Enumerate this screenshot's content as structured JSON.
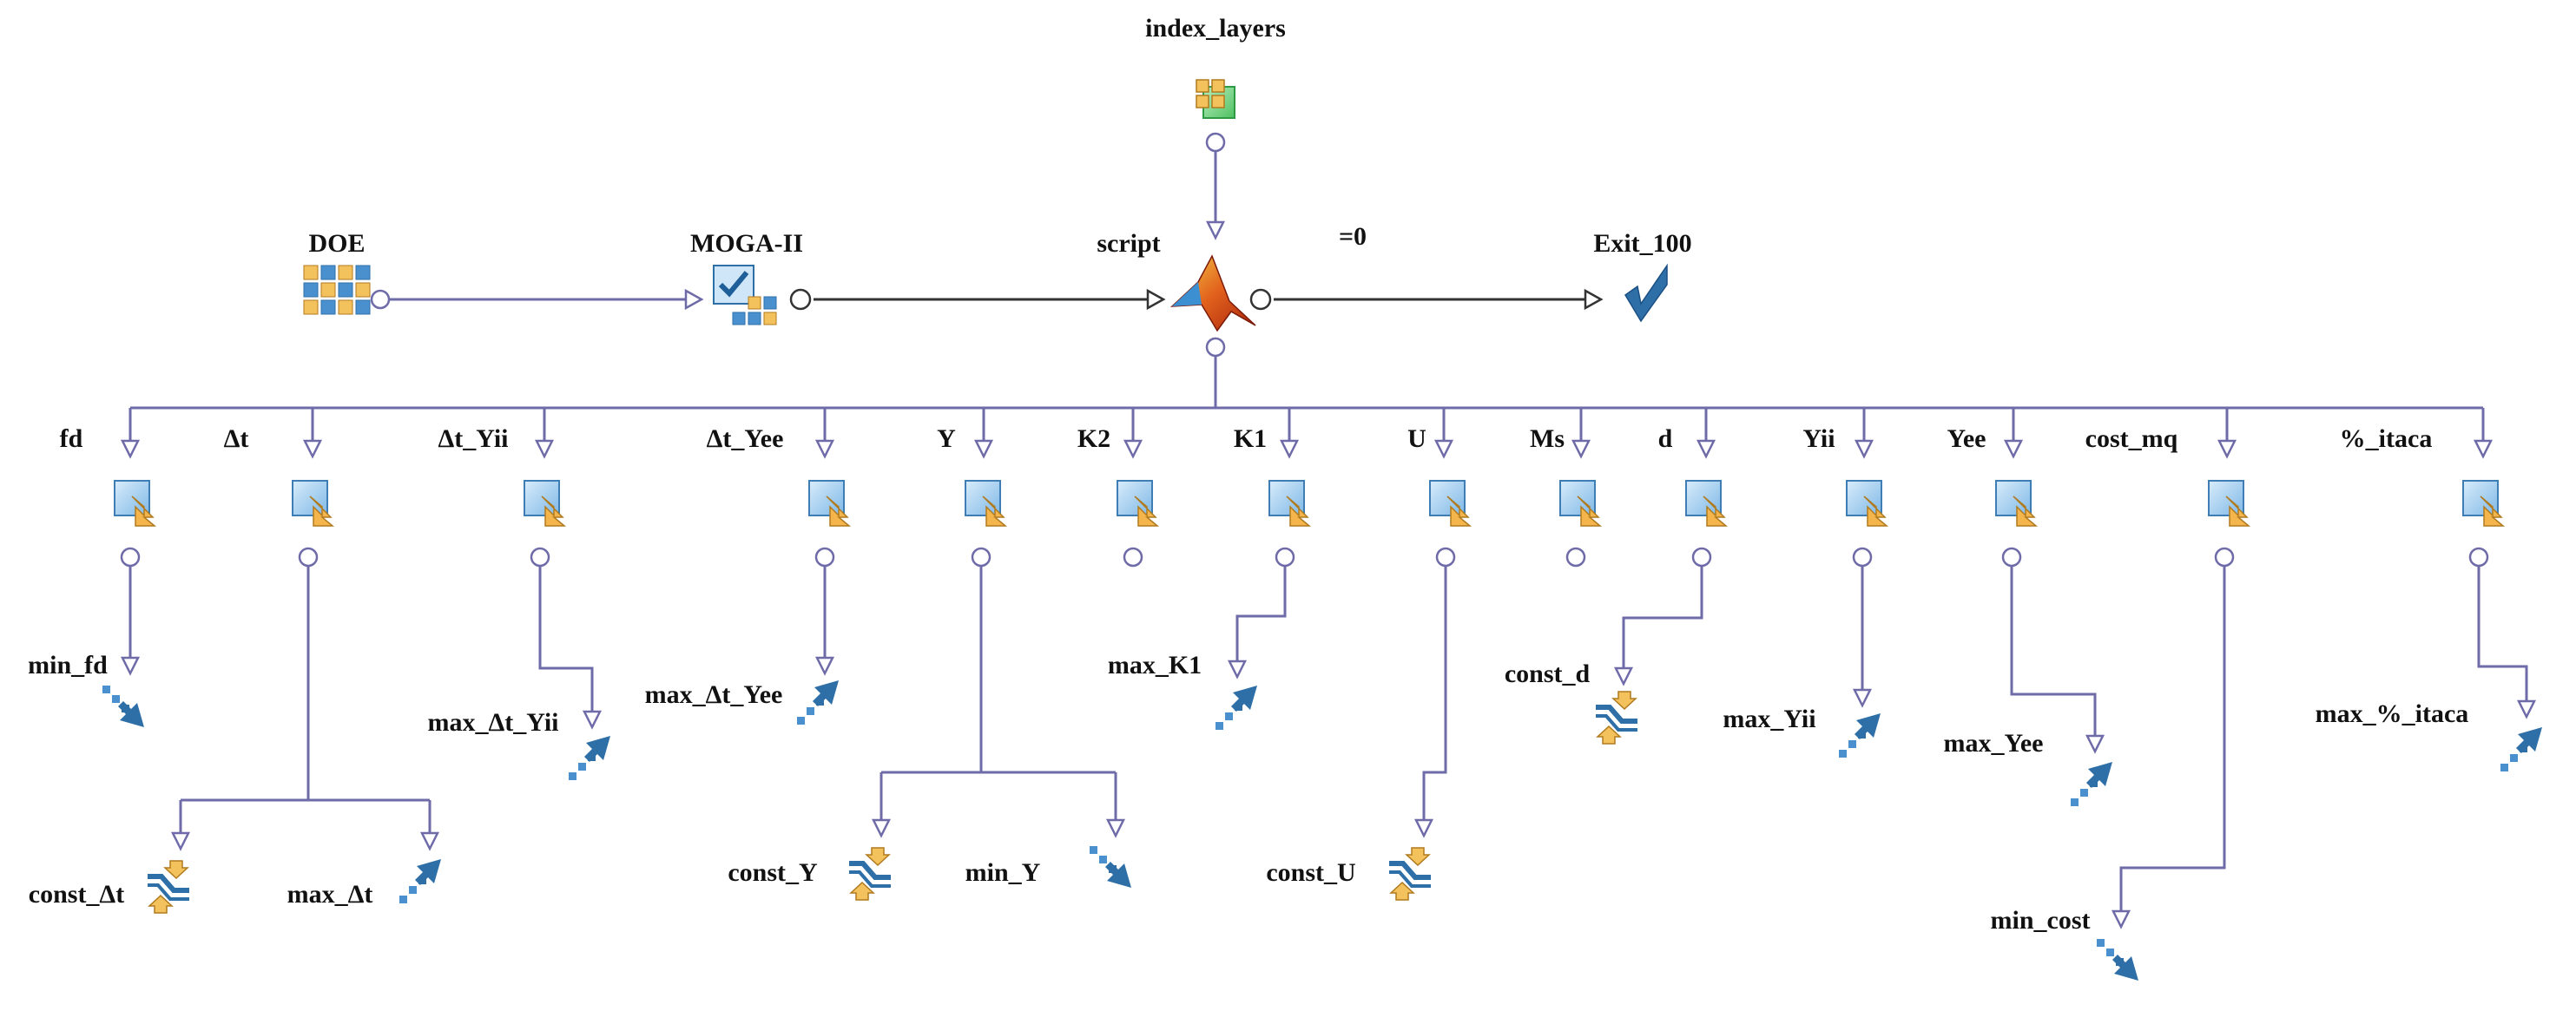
{
  "nodes": {
    "index_layers": "index_layers",
    "doe": "DOE",
    "moga": "MOGA-II",
    "script": "script",
    "condition": "=0",
    "exit": "Exit_100"
  },
  "outputs": [
    {
      "id": "fd",
      "label": "fd"
    },
    {
      "id": "dt",
      "label": "Δt"
    },
    {
      "id": "dt_yii",
      "label": "Δt_Yii"
    },
    {
      "id": "dt_yee",
      "label": "Δt_Yee"
    },
    {
      "id": "y",
      "label": "Y"
    },
    {
      "id": "k2",
      "label": "K2"
    },
    {
      "id": "k1",
      "label": "K1"
    },
    {
      "id": "u",
      "label": "U"
    },
    {
      "id": "ms",
      "label": "Ms"
    },
    {
      "id": "d",
      "label": "d"
    },
    {
      "id": "yii",
      "label": "Yii"
    },
    {
      "id": "yee",
      "label": "Yee"
    },
    {
      "id": "cost_mq",
      "label": "cost_mq"
    },
    {
      "id": "itaca",
      "label": "%_itaca"
    }
  ],
  "goals": [
    {
      "id": "min_fd",
      "label": "min_fd",
      "kind": "minimize"
    },
    {
      "id": "const_dt",
      "label": "const_Δt",
      "kind": "constraint"
    },
    {
      "id": "max_dt",
      "label": "max_Δt",
      "kind": "maximize"
    },
    {
      "id": "max_dt_yii",
      "label": "max_Δt_Yii",
      "kind": "maximize"
    },
    {
      "id": "max_dt_yee",
      "label": "max_Δt_Yee",
      "kind": "maximize"
    },
    {
      "id": "const_y",
      "label": "const_Y",
      "kind": "constraint"
    },
    {
      "id": "min_y",
      "label": "min_Y",
      "kind": "minimize"
    },
    {
      "id": "max_k1",
      "label": "max_K1",
      "kind": "maximize"
    },
    {
      "id": "const_u",
      "label": "const_U",
      "kind": "constraint"
    },
    {
      "id": "const_d",
      "label": "const_d",
      "kind": "constraint"
    },
    {
      "id": "max_yii",
      "label": "max_Yii",
      "kind": "maximize"
    },
    {
      "id": "max_yee",
      "label": "max_Yee",
      "kind": "maximize"
    },
    {
      "id": "min_cost",
      "label": "min_cost",
      "kind": "minimize"
    },
    {
      "id": "max_itaca",
      "label": "max_%_itaca",
      "kind": "maximize"
    }
  ],
  "colors": {
    "wire": "#6e6ba8",
    "objective_blue": "#2e6fa8",
    "output_box": "#8ec3ea",
    "output_arrow": "#f0b64a",
    "input_green": "#6ccf7a"
  },
  "icons": {
    "index_layers": "input-variable-icon",
    "doe": "doe-grid-icon",
    "moga": "moga-scheduler-icon",
    "script": "matlab-node-icon",
    "exit": "exit-check-icon",
    "output": "output-variable-icon",
    "minimize": "minimize-objective-icon",
    "maximize": "maximize-objective-icon",
    "constraint": "constraint-icon"
  }
}
